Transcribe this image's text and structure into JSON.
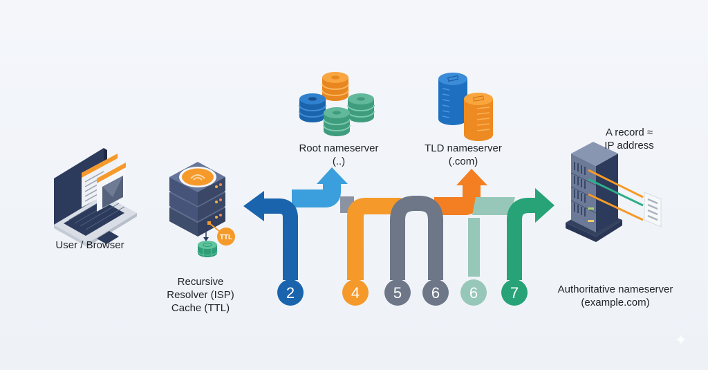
{
  "nodes": {
    "user": {
      "label": "User / Browser"
    },
    "resolver": {
      "lines": [
        "Recursive",
        "Resolver (ISP)",
        "Cache (TTL)"
      ],
      "cache_badge": "TTL"
    },
    "root": {
      "lines": [
        "Root nameserver",
        "(..)"
      ]
    },
    "tld": {
      "lines": [
        "TLD nameserver",
        "(.com)"
      ]
    },
    "authoritative": {
      "lines": [
        "Authoritative nameserver",
        "(example.com)"
      ],
      "record_lines": [
        "A record ≈",
        "IP address"
      ]
    }
  },
  "steps": [
    {
      "number": "2",
      "color": "#1a64ad"
    },
    {
      "number": "4",
      "color": "#f59a2a"
    },
    {
      "number": "5",
      "color": "#6e7788"
    },
    {
      "number": "6",
      "color": "#6e7788"
    },
    {
      "number": "6",
      "color": "#97c7b8"
    },
    {
      "number": "7",
      "color": "#27a377"
    }
  ],
  "colors": {
    "dark_blue": "#1a64ad",
    "light_blue": "#3a9fdc",
    "orange": "#f59a2a",
    "dark_orange": "#f37f22",
    "gray": "#6e7788",
    "mint": "#97c7b8",
    "green": "#27a377",
    "navy": "#34415e"
  },
  "watermark": {
    "icon": "sparkle-icon"
  }
}
